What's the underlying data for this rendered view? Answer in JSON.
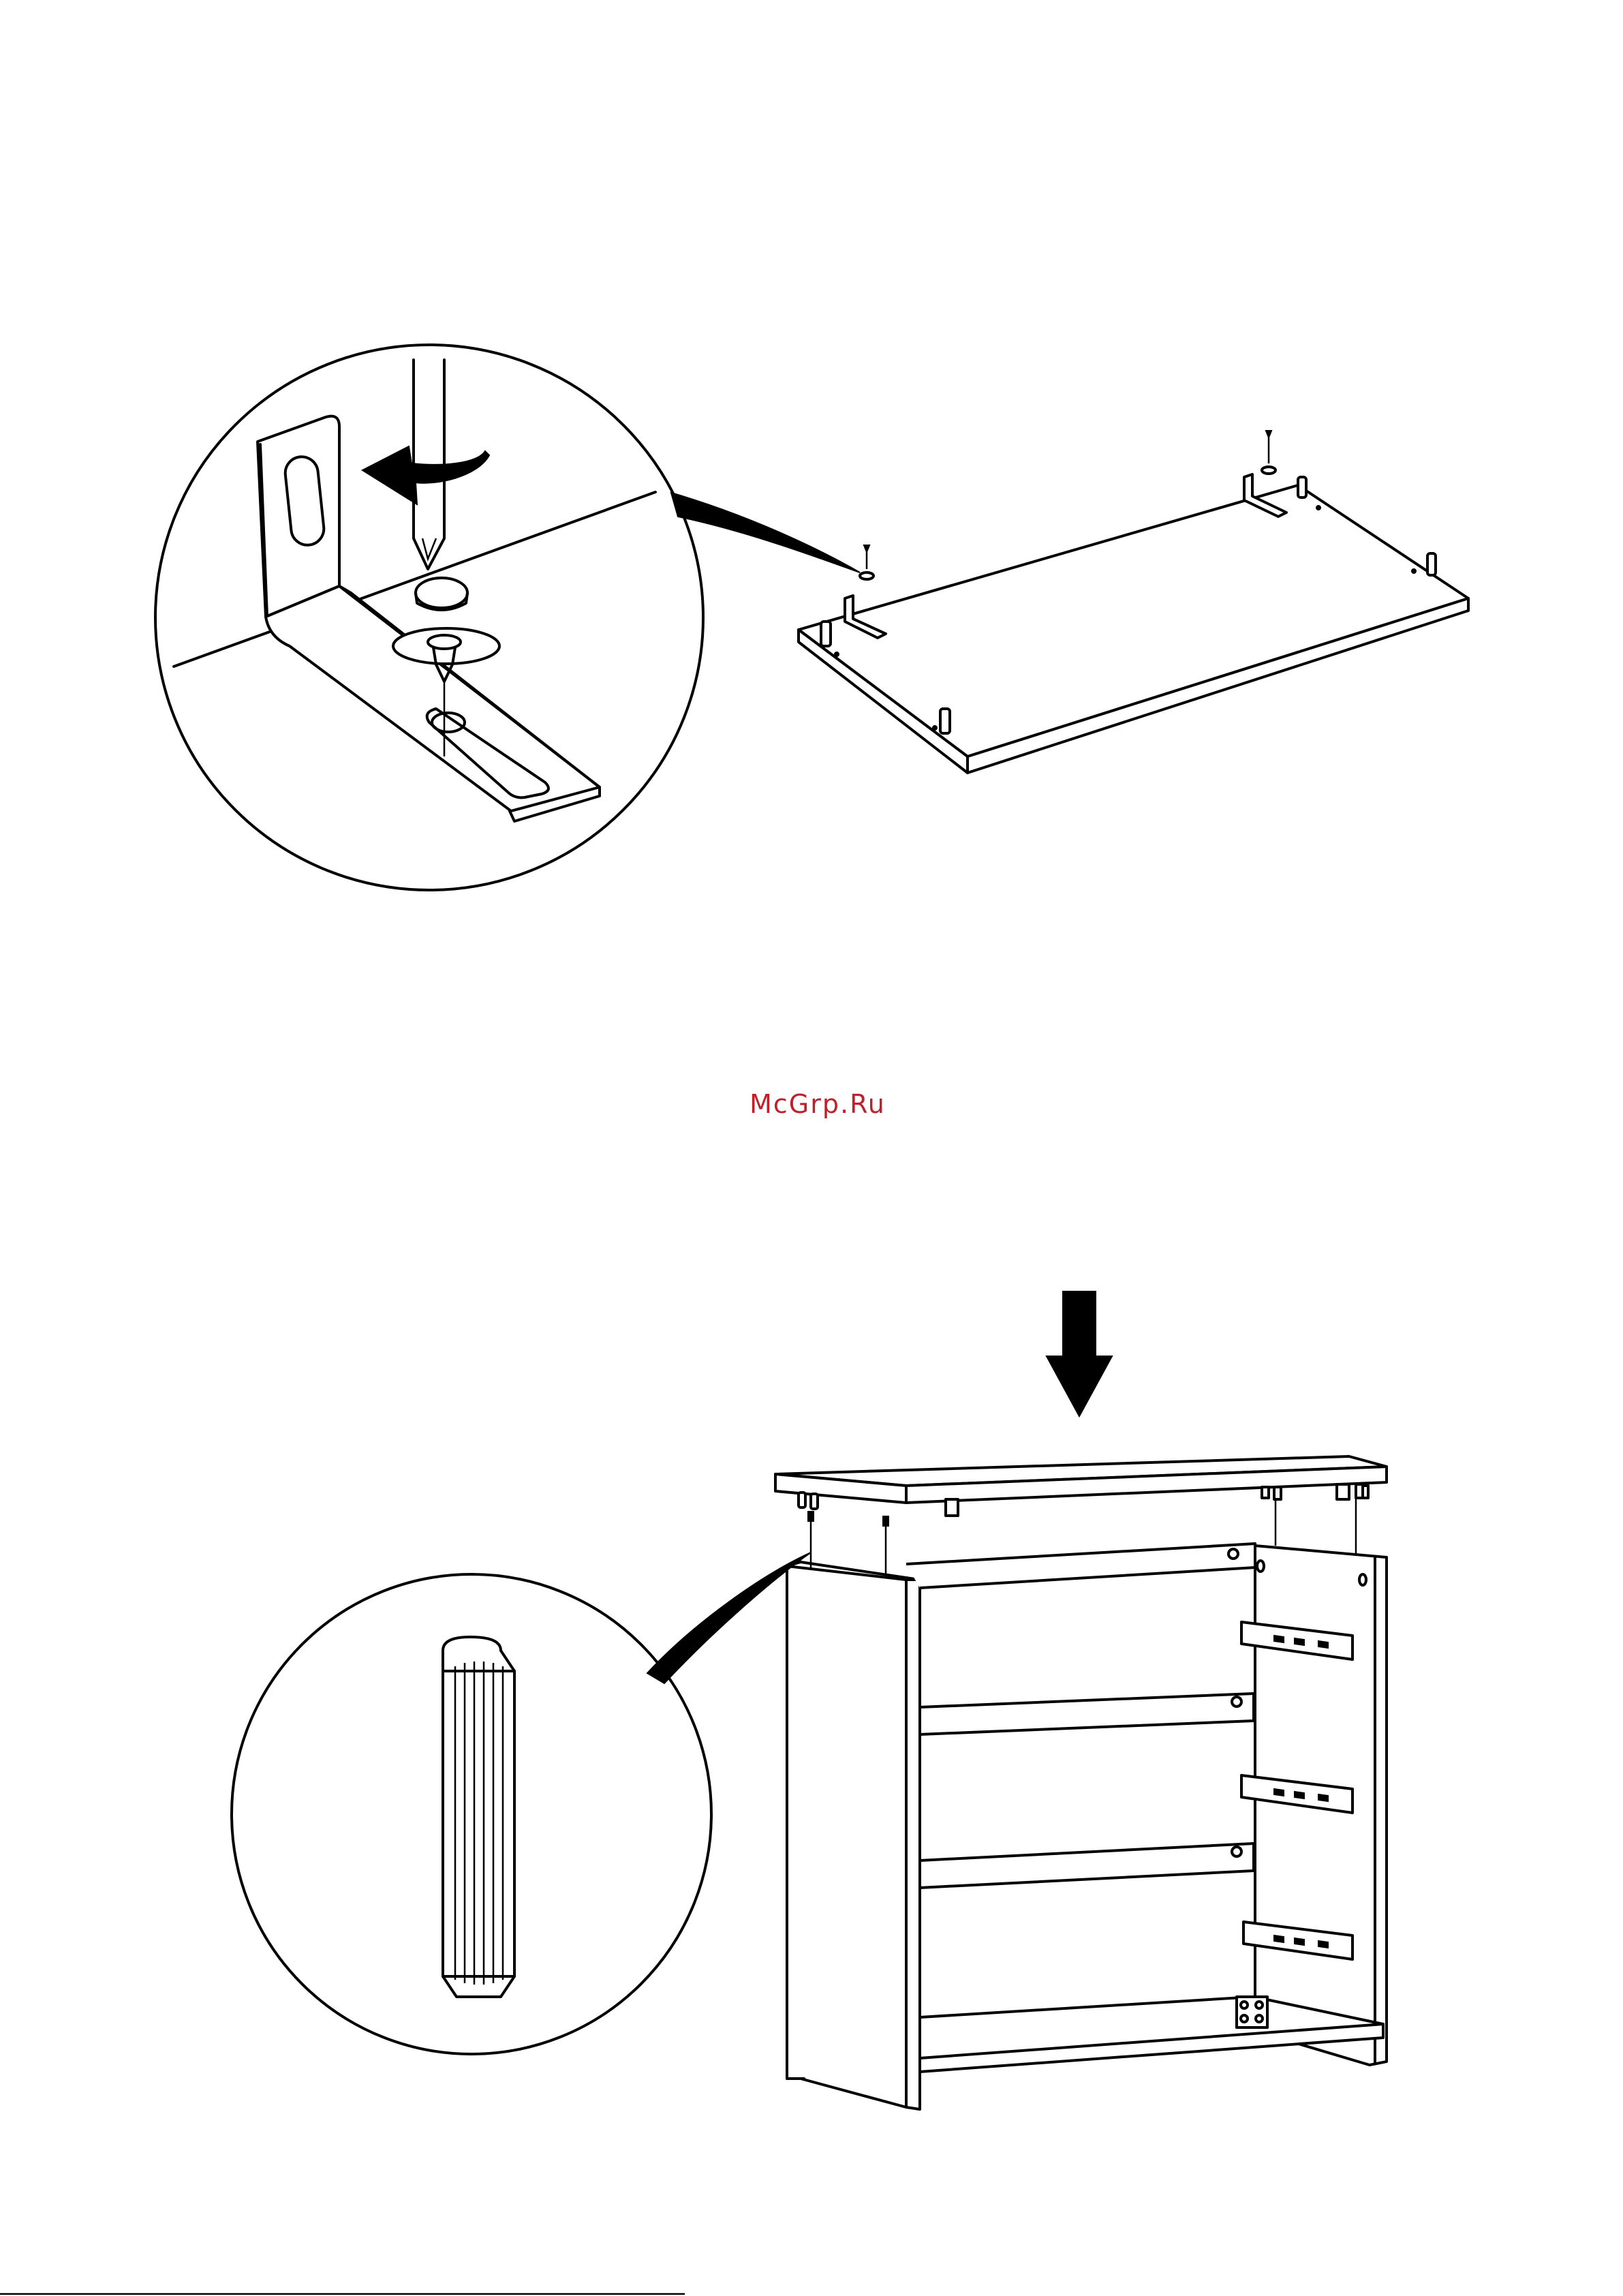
{
  "watermark": {
    "text": "McGrp.Ru",
    "color": "#c0202a"
  },
  "steps": [
    {
      "id": "bracket-step",
      "illustration": "screw-bracket-to-panel"
    },
    {
      "id": "top-panel-step",
      "illustration": "place-top-panel-on-frame"
    }
  ],
  "icons": [
    "rotate-arrow-icon",
    "down-arrow-icon",
    "screwdriver-icon",
    "wooden-dowel-icon"
  ]
}
